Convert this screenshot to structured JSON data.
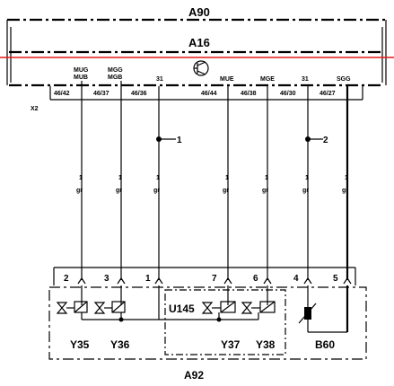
{
  "modules": {
    "outer": "A90",
    "inner": "A16",
    "bottom": "A92"
  },
  "connector": "X2",
  "top_pins": [
    {
      "name": "MUG\nMUB",
      "num": "46/42"
    },
    {
      "name": "MGG\nMGB",
      "num": "46/37"
    },
    {
      "name": "31",
      "num": "46/36"
    },
    {
      "name": "MUE",
      "num": "46/44"
    },
    {
      "name": "MGE",
      "num": "46/38"
    },
    {
      "name": "31",
      "num": "46/30"
    },
    {
      "name": "SGG",
      "num": "46/27"
    }
  ],
  "wire_color": "gr",
  "wire_gauge": "1",
  "ground_refs": [
    "1",
    "2"
  ],
  "bottom_pins": [
    "2",
    "3",
    "1",
    "7",
    "6",
    "4",
    "5"
  ],
  "components": {
    "y35": "Y35",
    "y36": "Y36",
    "u145": "U145",
    "y37": "Y37",
    "y38": "Y38",
    "b60": "B60"
  }
}
